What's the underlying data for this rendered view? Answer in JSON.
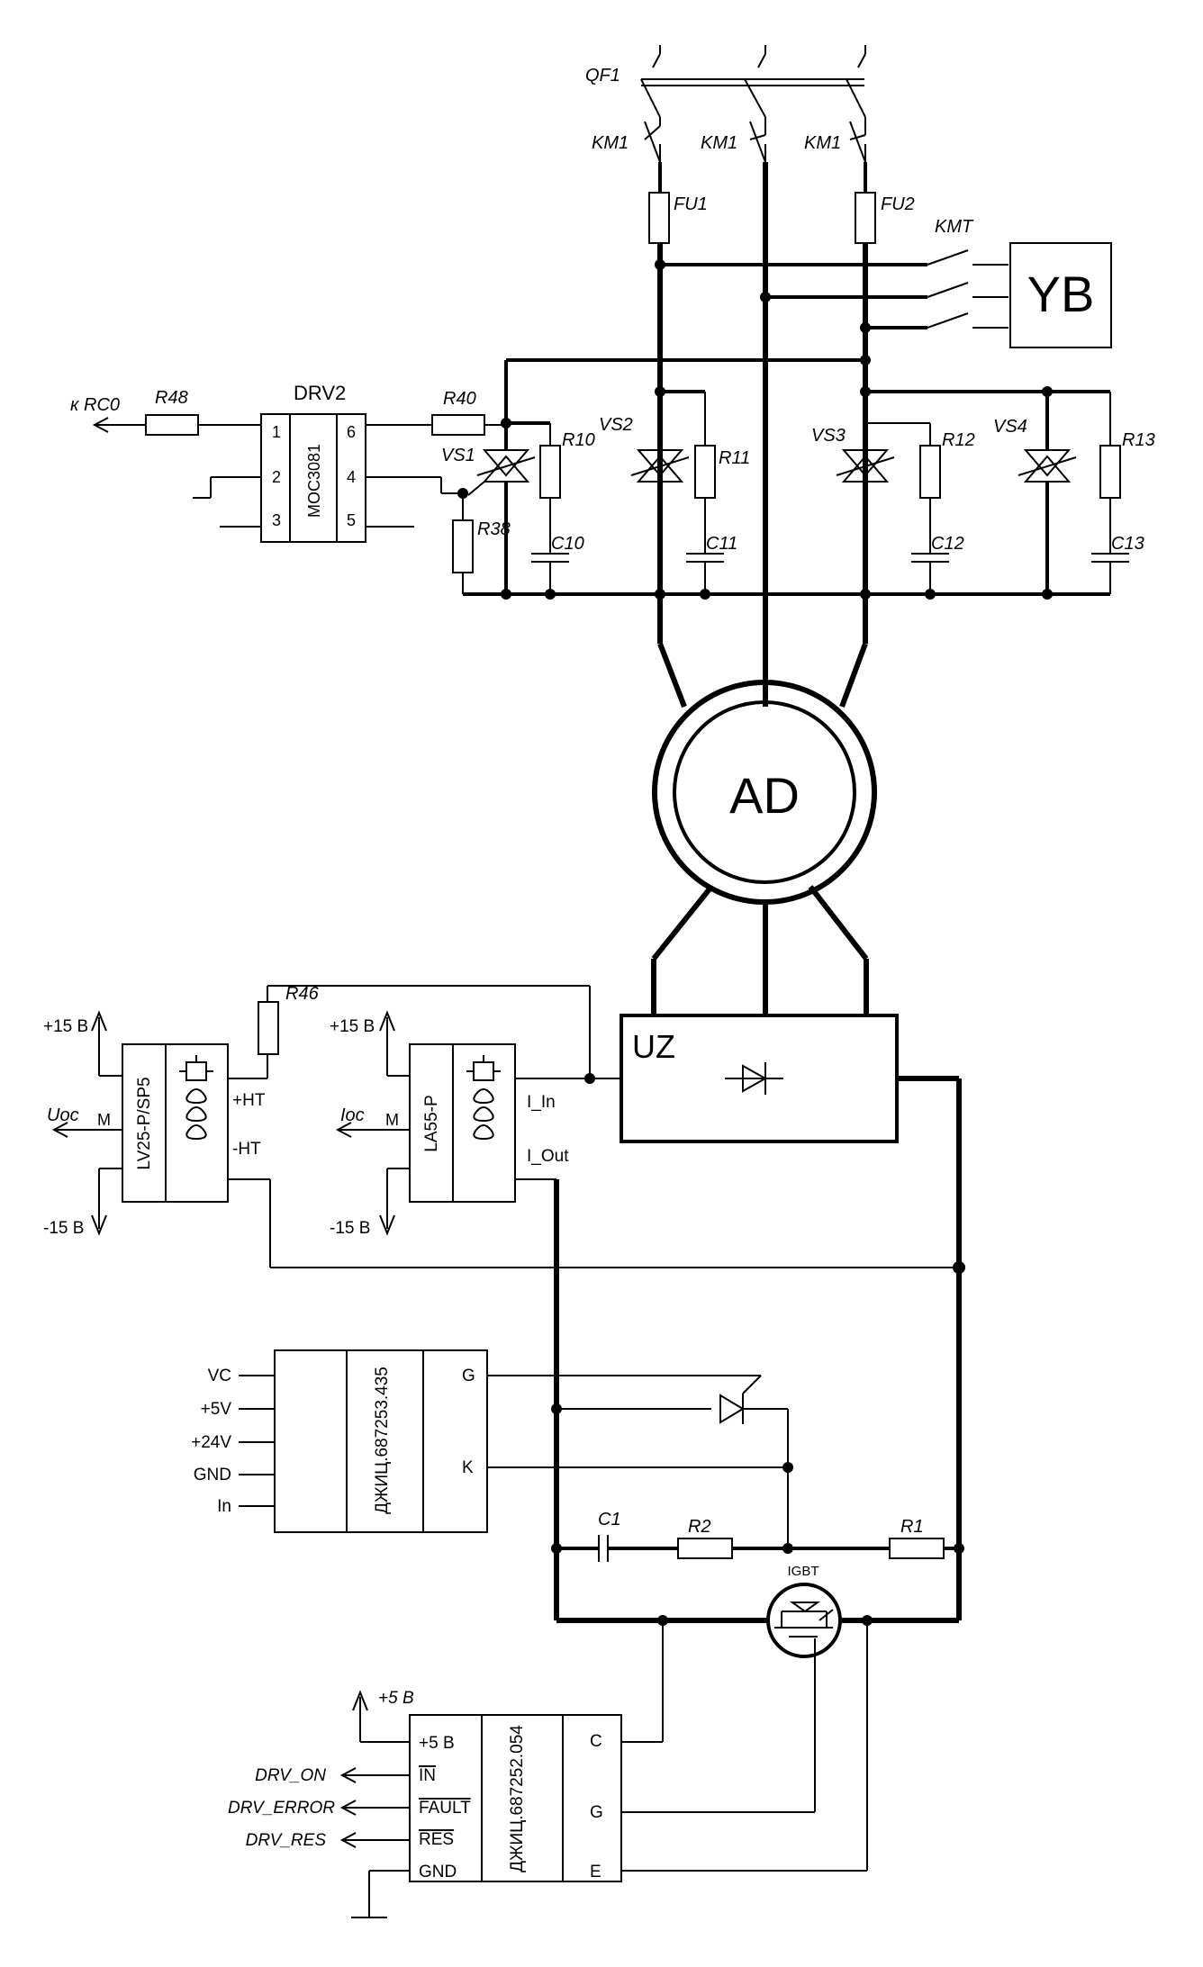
{
  "labels": {
    "qf1": "QF1",
    "km1_a": "KM1",
    "km1_b": "KM1",
    "km1_c": "KM1",
    "fu1": "FU1",
    "fu2": "FU2",
    "kmt": "KMT",
    "yb": "YB",
    "to_rc0": "к RC0",
    "r48": "R48",
    "drv2": "DRV2",
    "moc": "MOC3081",
    "pin1": "1",
    "pin2": "2",
    "pin3": "3",
    "pin4": "4",
    "pin5": "5",
    "pin6": "6",
    "r40": "R40",
    "vs1": "VS1",
    "vs2": "VS2",
    "vs3": "VS3",
    "vs4": "VS4",
    "r10": "R10",
    "r11": "R11",
    "r12": "R12",
    "r13": "R13",
    "r38": "R38",
    "c10": "C10",
    "c11": "C11",
    "c12": "C12",
    "c13": "C13",
    "ad": "AD",
    "uz": "UZ",
    "r46": "R46",
    "p15_left": "+15 В",
    "m15_left": "-15 В",
    "uoc": "Uoc",
    "m_left": "M",
    "lv25": "LV25-P/SP5",
    "pht": "+HT",
    "mht": "-HT",
    "p15_mid": "+15 В",
    "m15_mid": "-15 В",
    "ioc": "Ioc",
    "m_mid": "M",
    "la55": "LA55-P",
    "i_in": "I_In",
    "i_out": "I_Out",
    "vc": "VC",
    "p5v": "+5V",
    "p24v": "+24V",
    "gnd1": "GND",
    "in1": "In",
    "djic1": "ДЖИЦ.687253.435",
    "g1": "G",
    "k1": "K",
    "c1": "C1",
    "r2": "R2",
    "r1": "R1",
    "igbt": "IGBT",
    "p5b_top": "+5 В",
    "drv_on": "DRV_ON",
    "drv_error": "DRV_ERROR",
    "drv_res": "DRV_RES",
    "p5b_in": "+5 В",
    "in2": "IN",
    "fault": "FAULT",
    "res": "RES",
    "gnd2": "GND",
    "djic2": "ДЖИЦ.687252.054",
    "c2": "C",
    "g2": "G",
    "e2": "E"
  }
}
